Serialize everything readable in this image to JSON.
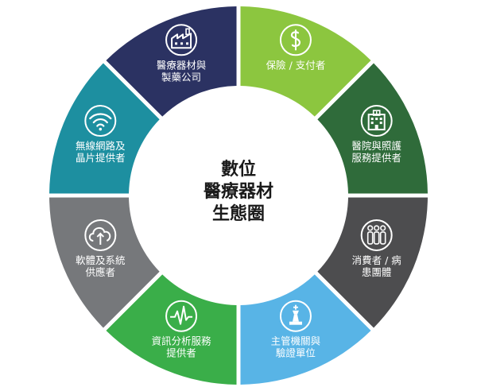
{
  "center": {
    "lines": [
      "數位",
      "醫療器材",
      "生態圈"
    ]
  },
  "segments": [
    {
      "key": "payer",
      "lines": [
        "保險 / 支付者"
      ],
      "color": "#8cc63f",
      "icon": "dollar-icon"
    },
    {
      "key": "hospital",
      "lines": [
        "醫院與照護",
        "服務提供者"
      ],
      "color": "#2f6b3a",
      "icon": "hospital-icon"
    },
    {
      "key": "patient",
      "lines": [
        "消費者 / 病",
        "患團體"
      ],
      "color": "#4d4d4f",
      "icon": "people-group-icon"
    },
    {
      "key": "regulator",
      "lines": [
        "主管機關與",
        "驗證單位"
      ],
      "color": "#58b4e6",
      "icon": "chess-king-icon"
    },
    {
      "key": "analytics",
      "lines": [
        "資訊分析服務",
        "提供者"
      ],
      "color": "#3aae49",
      "icon": "heartbeat-icon"
    },
    {
      "key": "software",
      "lines": [
        "軟體及系統",
        "供應者"
      ],
      "color": "#76787b",
      "icon": "cloud-upload-icon"
    },
    {
      "key": "network",
      "lines": [
        "無線網路及",
        "晶片提供者"
      ],
      "color": "#1d8fa0",
      "icon": "wifi-icon"
    },
    {
      "key": "manufacturer",
      "lines": [
        "醫療器材與",
        "製藥公司"
      ],
      "color": "#2b3262",
      "icon": "factory-icon"
    }
  ]
}
